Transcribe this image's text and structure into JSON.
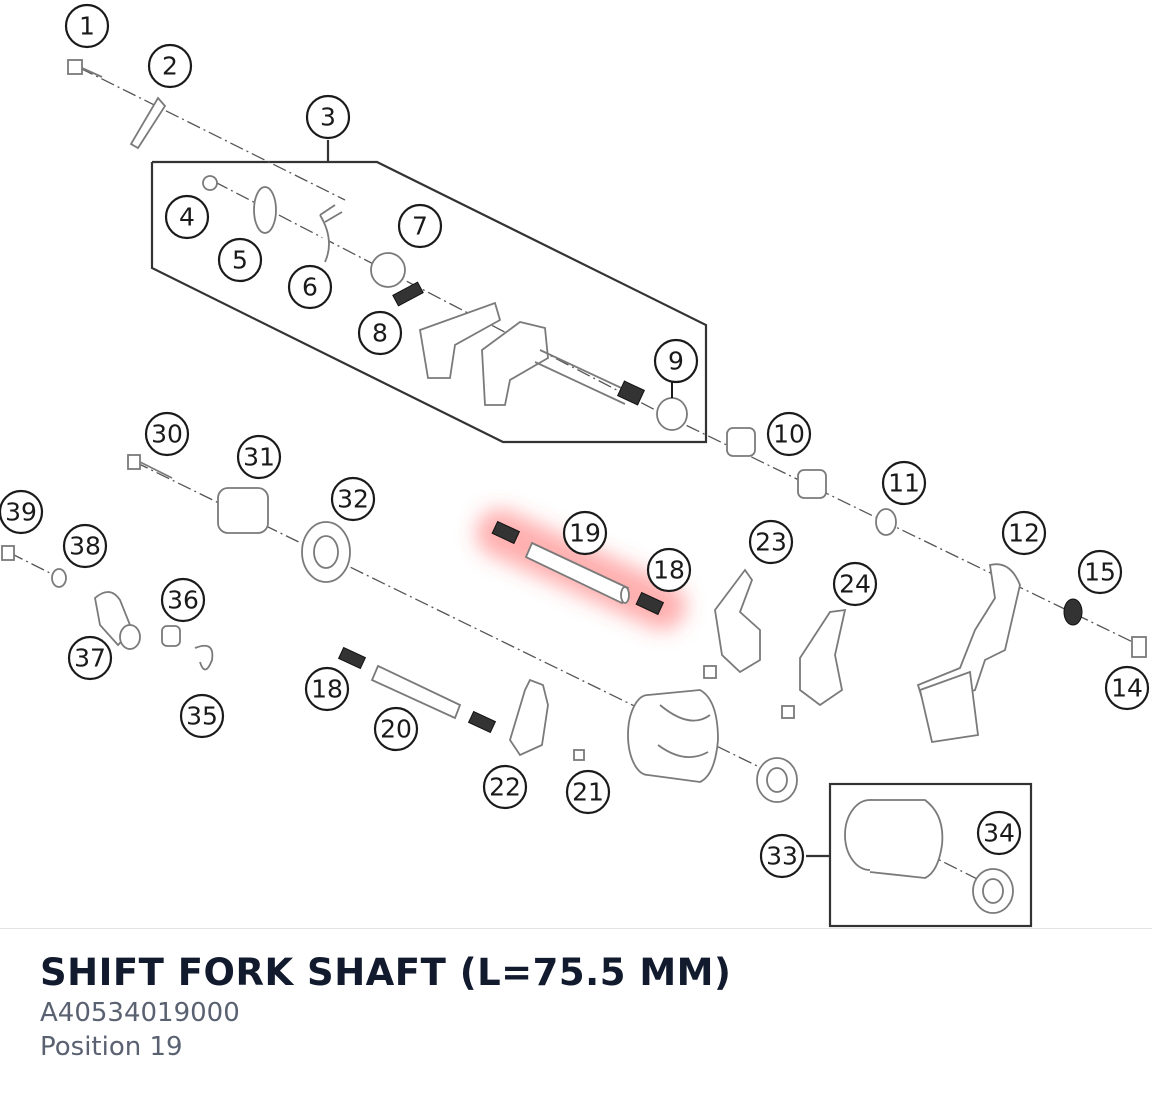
{
  "diagram": {
    "callouts": [
      {
        "id": "1",
        "label": "1"
      },
      {
        "id": "2",
        "label": "2"
      },
      {
        "id": "3",
        "label": "3"
      },
      {
        "id": "4",
        "label": "4"
      },
      {
        "id": "5",
        "label": "5"
      },
      {
        "id": "6",
        "label": "6"
      },
      {
        "id": "7",
        "label": "7"
      },
      {
        "id": "8",
        "label": "8"
      },
      {
        "id": "9",
        "label": "9"
      },
      {
        "id": "10",
        "label": "10"
      },
      {
        "id": "11",
        "label": "11"
      },
      {
        "id": "12",
        "label": "12"
      },
      {
        "id": "14",
        "label": "14"
      },
      {
        "id": "15",
        "label": "15"
      },
      {
        "id": "18a",
        "label": "18"
      },
      {
        "id": "18b",
        "label": "18"
      },
      {
        "id": "19",
        "label": "19"
      },
      {
        "id": "20",
        "label": "20"
      },
      {
        "id": "21",
        "label": "21"
      },
      {
        "id": "22",
        "label": "22"
      },
      {
        "id": "23",
        "label": "23"
      },
      {
        "id": "24",
        "label": "24"
      },
      {
        "id": "30",
        "label": "30"
      },
      {
        "id": "31",
        "label": "31"
      },
      {
        "id": "32",
        "label": "32"
      },
      {
        "id": "33",
        "label": "33"
      },
      {
        "id": "34",
        "label": "34"
      },
      {
        "id": "35",
        "label": "35"
      },
      {
        "id": "36",
        "label": "36"
      },
      {
        "id": "37",
        "label": "37"
      },
      {
        "id": "38",
        "label": "38"
      },
      {
        "id": "39",
        "label": "39"
      }
    ],
    "highlight": {
      "position": "19",
      "color": "#ff4d4d"
    }
  },
  "part": {
    "title": "SHIFT FORK SHAFT (L=75.5 MM)",
    "number": "A40534019000",
    "position": "Position 19"
  },
  "colors": {
    "title": "#121a2e",
    "meta": "#5a6272",
    "line": "#1a1a1a"
  }
}
